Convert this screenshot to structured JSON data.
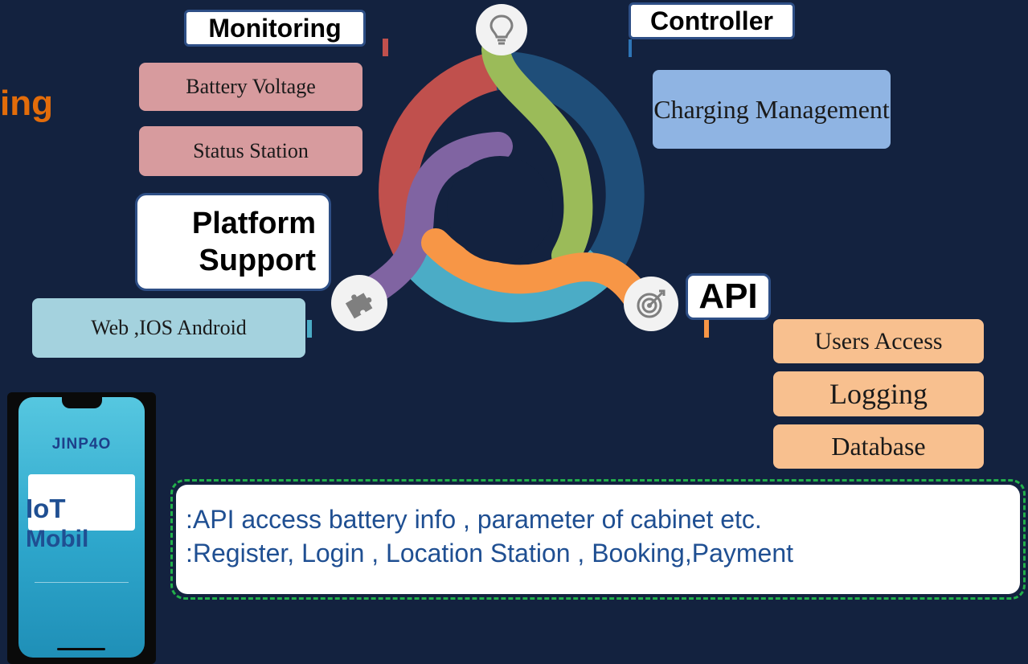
{
  "heading": "ing",
  "colors": {
    "background": "#13223f",
    "heading": "#e36c0a",
    "monitoring_segment": "#c0504d",
    "controller_segment": "#1f4e79",
    "green_arm": "#9bbb59",
    "purple_arm": "#8064a2",
    "orange_arm": "#f79646",
    "cyan_segment": "#4bacc6"
  },
  "cycle": {
    "top_icon": "lightbulb-icon",
    "left_icon": "puzzle-icon",
    "right_icon": "target-icon"
  },
  "monitoring": {
    "label": "Monitoring",
    "items": [
      "Battery Voltage",
      "Status Station"
    ]
  },
  "controller": {
    "label": "Controller",
    "items": [
      "Charging Management"
    ]
  },
  "platform": {
    "label_line1": "Platform",
    "label_line2": "Support",
    "items": [
      "Web ,IOS Android"
    ]
  },
  "api": {
    "label": "API",
    "items": [
      "Users Access",
      "Logging",
      "Database"
    ]
  },
  "phone": {
    "brand": "JINP4O",
    "title_line1": "IoT",
    "title_line2": "Mobil"
  },
  "notes": {
    "line1": ":API access battery info , parameter of cabinet etc.",
    "line2": ":Register, Login , Location Station , Booking,Payment"
  }
}
